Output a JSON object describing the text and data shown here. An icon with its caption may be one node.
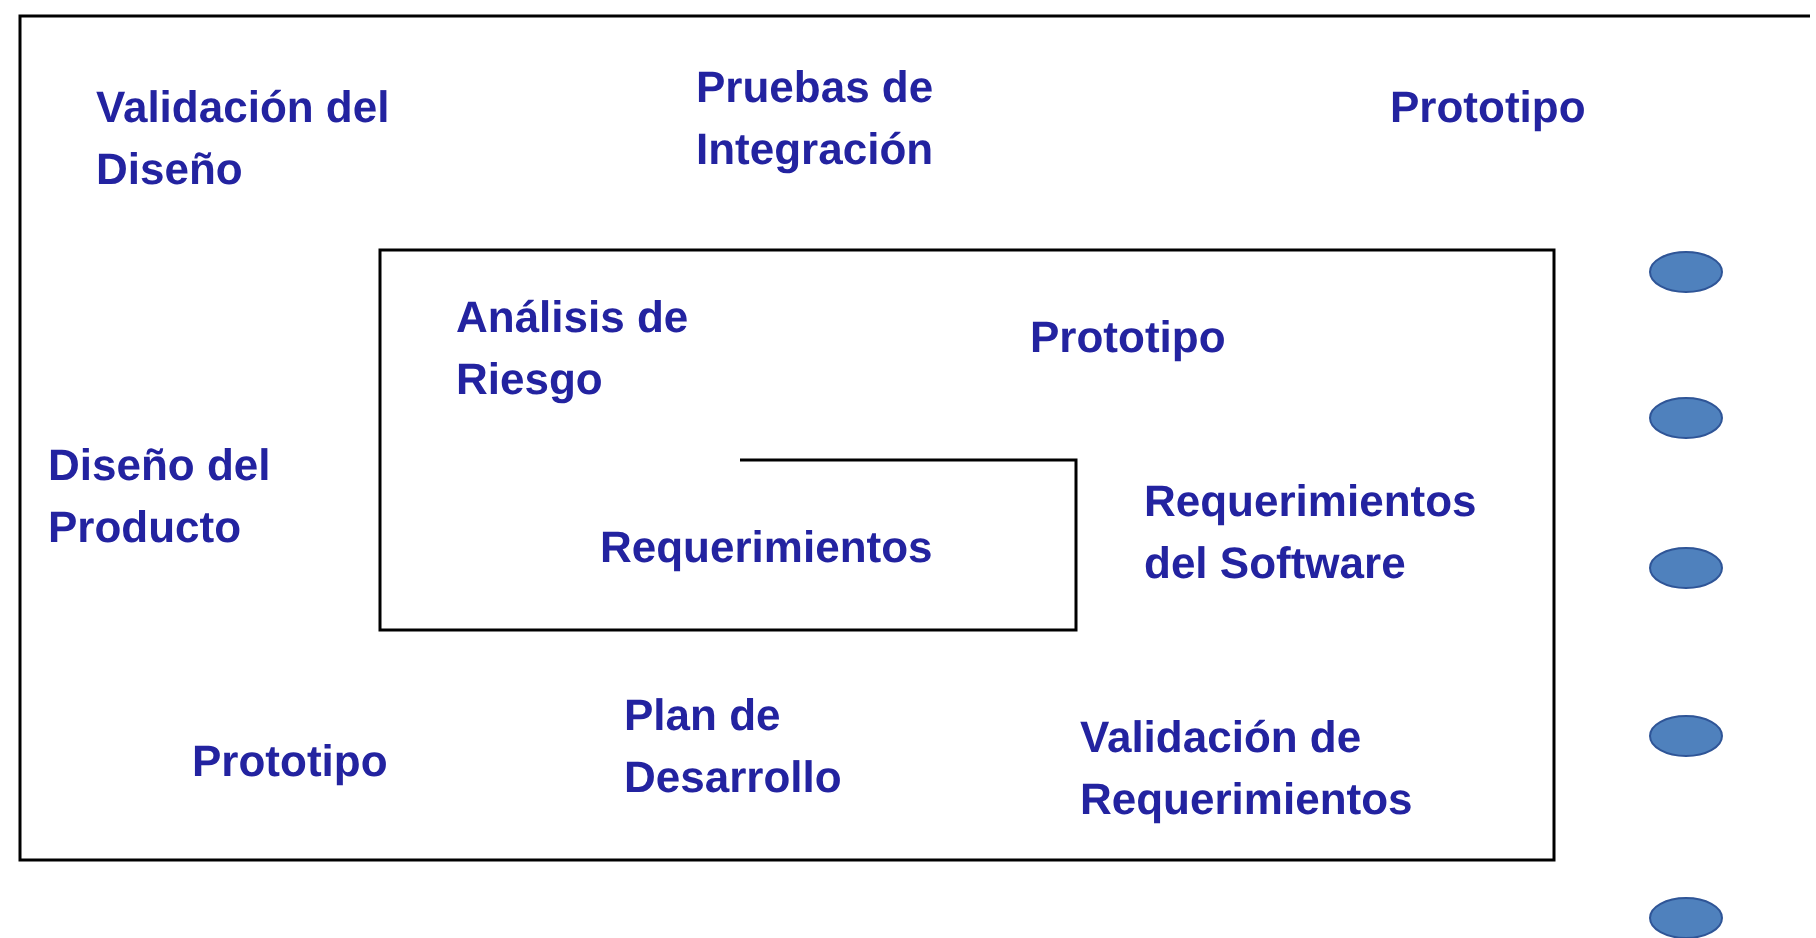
{
  "diagram": {
    "labels": [
      "Validación del Diseño",
      "Pruebas de Integración",
      "Prototipo",
      "Análisis de Riesgo",
      "Prototipo",
      "Diseño del Producto",
      "Requerimientos del Software",
      "Requerimientos",
      "Plan de Desarrollo",
      "Validación de Requerimientos",
      "Prototipo"
    ]
  }
}
